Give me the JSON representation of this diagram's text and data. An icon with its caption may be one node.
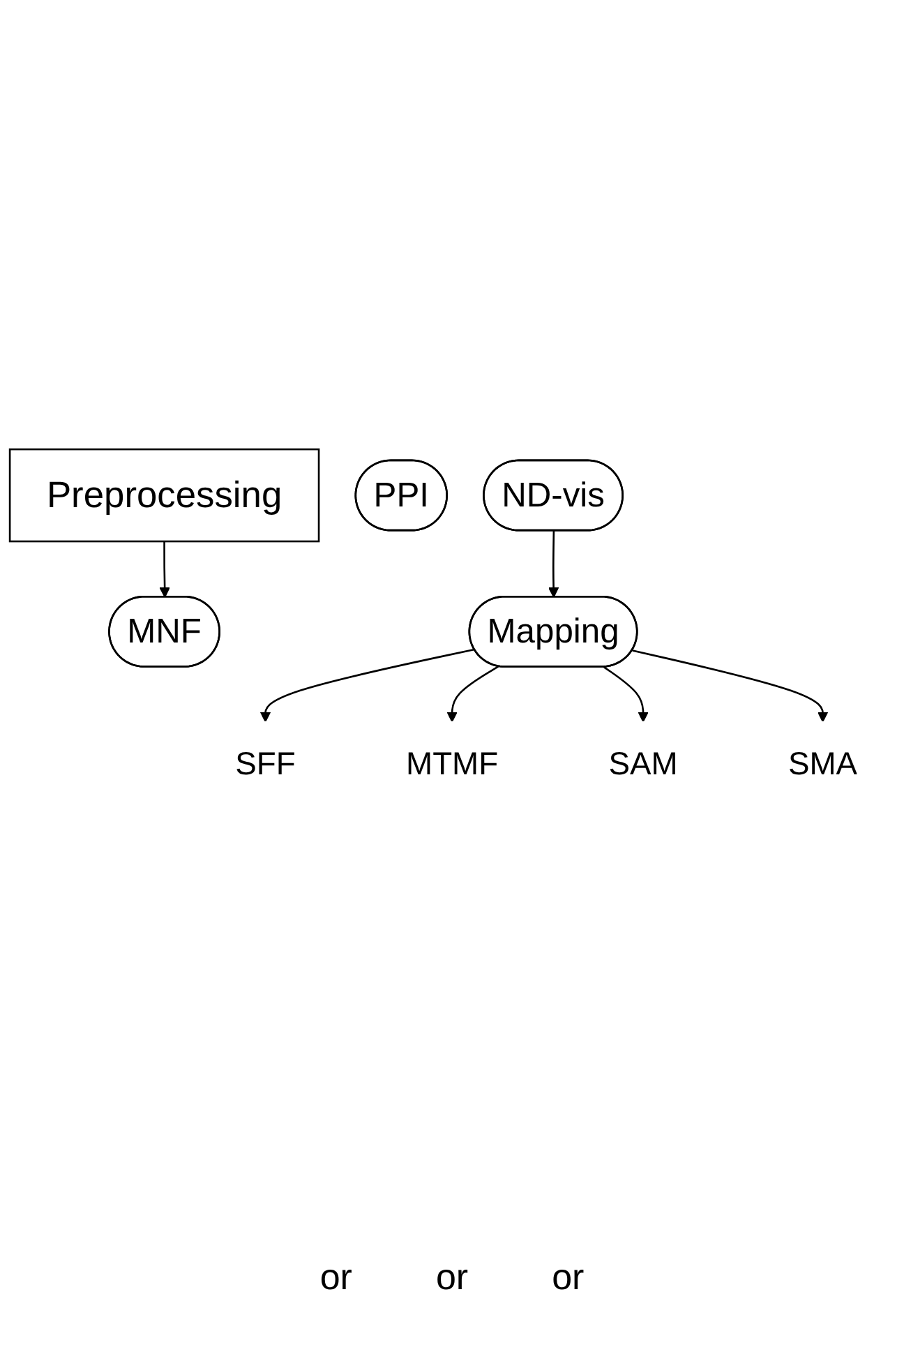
{
  "diagram": {
    "nodes": [
      {
        "text": [
          "Preprocessing"
        ]
      },
      {
        "text": [
          "MNF"
        ]
      },
      {
        "text": [
          "PPI"
        ]
      },
      {
        "text": [
          "ND-vis"
        ]
      },
      {
        "text": [
          "Mapping"
        ]
      },
      {
        "text": [
          "SFF"
        ]
      },
      {
        "text": [
          "MTMF"
        ]
      },
      {
        "text": [
          "SAM"
        ]
      },
      {
        "text": [
          "SMA"
        ]
      }
    ],
    "edges": [
      {
        "from": 0,
        "to": 1,
        "arrow": "to"
      },
      {
        "from": 3,
        "to": 4,
        "arrow": "to"
      },
      {
        "from": 4,
        "to": 5,
        "arrow": "to"
      },
      {
        "from": 4,
        "to": 6,
        "arrow": "to"
      },
      {
        "from": 4,
        "to": 7,
        "arrow": "to"
      },
      {
        "from": 4,
        "to": 8,
        "arrow": "to"
      }
    ],
    "labels": [
      "or",
      "or",
      "or"
    ]
  }
}
